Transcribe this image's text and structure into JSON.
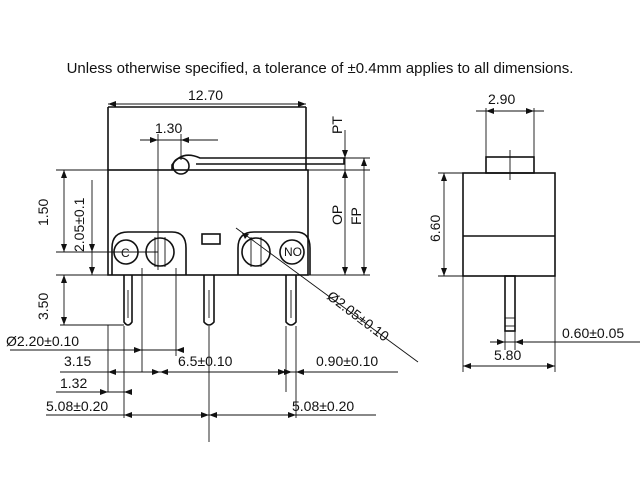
{
  "note": "Unless otherwise specified, a tolerance of ±0.4mm applies to all dimensions.",
  "front_view": {
    "width": "12.70",
    "lever_offset": "1.30",
    "pt": "PT",
    "op": "OP",
    "fp": "FP",
    "d150": "1.50",
    "d205": "2.05±0.1",
    "d350": "3.50",
    "pin_c": "C",
    "pin_no": "NO",
    "hole_dia": "Ø2.05±0.10",
    "pin_dia": "Ø2.20±0.10",
    "d315": "3.15",
    "d132": "1.32",
    "d508_left": "5.08±0.20",
    "d65": "6.5±0.10",
    "d090": "0.90±0.10",
    "d508_right": "5.08±0.20"
  },
  "side_view": {
    "top_width": "2.90",
    "height": "6.60",
    "pin_width": "0.60±0.05",
    "body_width": "5.80"
  }
}
